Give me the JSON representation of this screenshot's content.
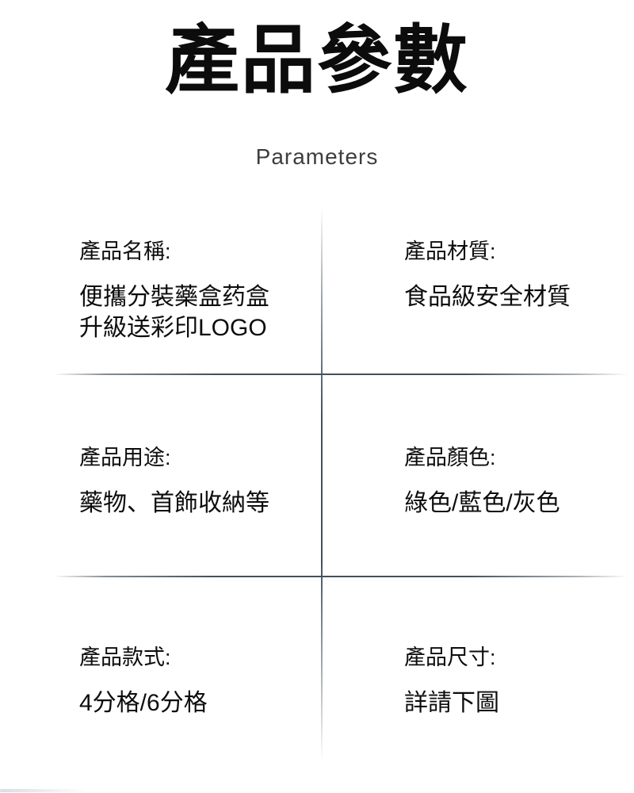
{
  "page": {
    "title": "產品參數",
    "subtitle": "Parameters"
  },
  "parameters": {
    "cells": [
      {
        "label": "產品名稱:",
        "lines": [
          "便攜分裝藥盒药盒",
          "升級送彩印LOGO"
        ]
      },
      {
        "label": "產品材質:",
        "lines": [
          "食品級安全材質"
        ]
      },
      {
        "label": "產品用途:",
        "lines": [
          "藥物、首飾收納等"
        ]
      },
      {
        "label": "產品顏色:",
        "lines": [
          "綠色/藍色/灰色"
        ]
      },
      {
        "label": "產品款式:",
        "lines": [
          "4分格/6分格"
        ]
      },
      {
        "label": "產品尺寸:",
        "lines": [
          "詳請下圖"
        ]
      }
    ]
  },
  "colors": {
    "divider": "#43505b",
    "title_text": "#0c0c0c",
    "body_text": "#0d0d0d",
    "subtitle_text": "#3d3d3d",
    "background": "#ffffff"
  }
}
